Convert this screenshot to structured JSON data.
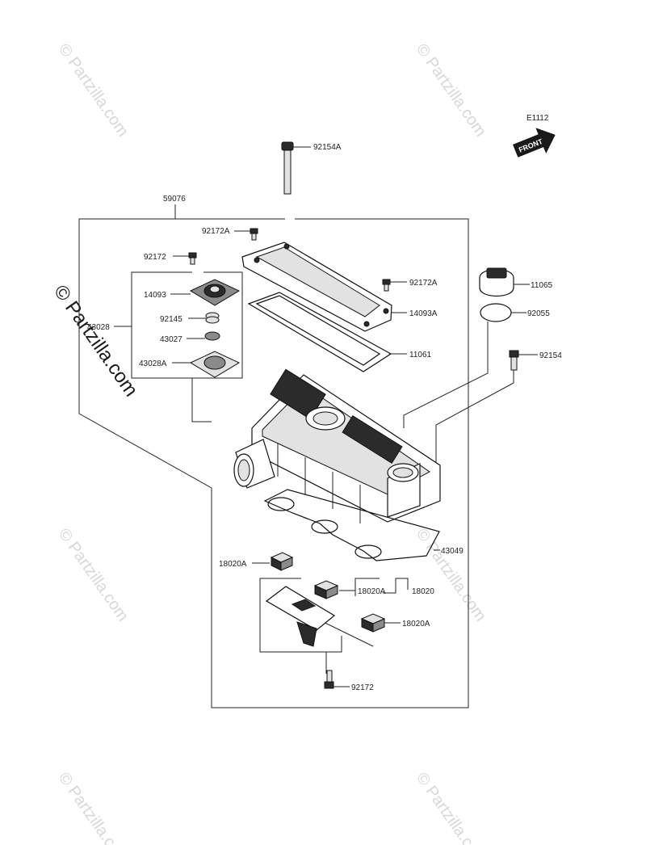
{
  "diagram_code": "E1112",
  "front_label": "FRONT",
  "watermark": "© Partzilla.com",
  "watermark_main": "© Partzilla.com",
  "parts": {
    "p92154A": "92154A",
    "p59076": "59076",
    "p92172A_top": "92172A",
    "p92172_left": "92172",
    "p14093": "14093",
    "p92145": "92145",
    "p43027": "43027",
    "p43028": "43028",
    "p43028A": "43028A",
    "p92172A_right": "92172A",
    "p14093A": "14093A",
    "p11061": "11061",
    "p11065": "11065",
    "p92055": "92055",
    "p92154": "92154",
    "p43049": "43049",
    "p18020A_left": "18020A",
    "p18020A_mid": "18020A",
    "p18020": "18020",
    "p18020A_right": "18020A",
    "p92172_bottom": "92172"
  }
}
